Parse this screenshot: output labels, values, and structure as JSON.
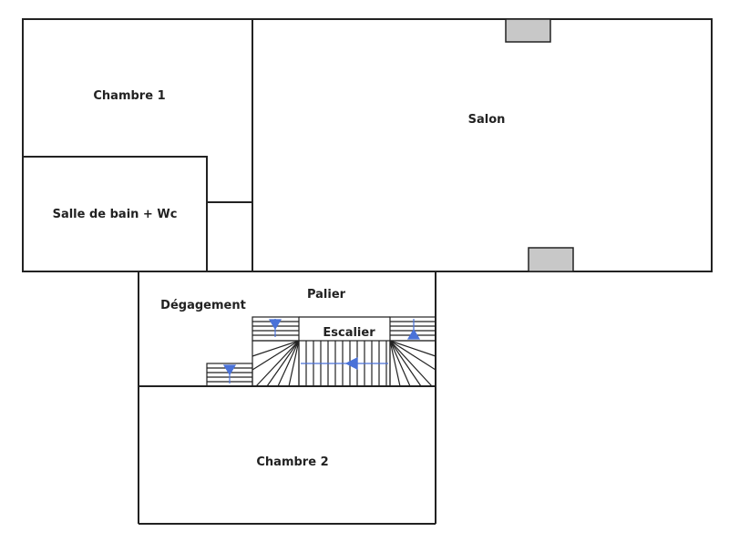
{
  "colors": {
    "wall": "#222222",
    "chimney_fill": "#c8c8c8",
    "arrow": "#4a72d8",
    "background": "#ffffff"
  },
  "rooms": {
    "chambre1": "Chambre 1",
    "salon": "Salon",
    "salle_de_bain": "Salle de bain + Wc",
    "degagement": "Dégagement",
    "palier": "Palier",
    "escalier": "Escalier",
    "chambre2": "Chambre 2"
  }
}
